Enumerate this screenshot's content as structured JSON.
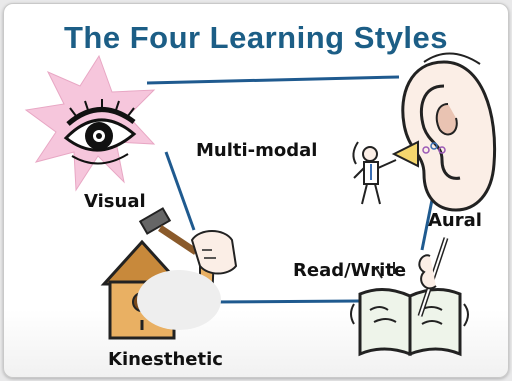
{
  "slide": {
    "title": "The Four Learning Styles"
  },
  "styles": {
    "visual": "Visual",
    "aural": "Aural",
    "read_write": "Read/Write",
    "kinesthetic": "Kinesthetic",
    "multimodal": "Multi-modal"
  },
  "colors": {
    "title": "#1c5e86",
    "connector": "#1f5a8f",
    "starburst": "#f6c6dc"
  },
  "icons": {
    "visual": "eye-icon",
    "aural": "ear-icon",
    "read_write": "book-pen-icon",
    "kinesthetic": "hammer-birdhouse-icon",
    "multimodal": "person-megaphone-icon"
  }
}
